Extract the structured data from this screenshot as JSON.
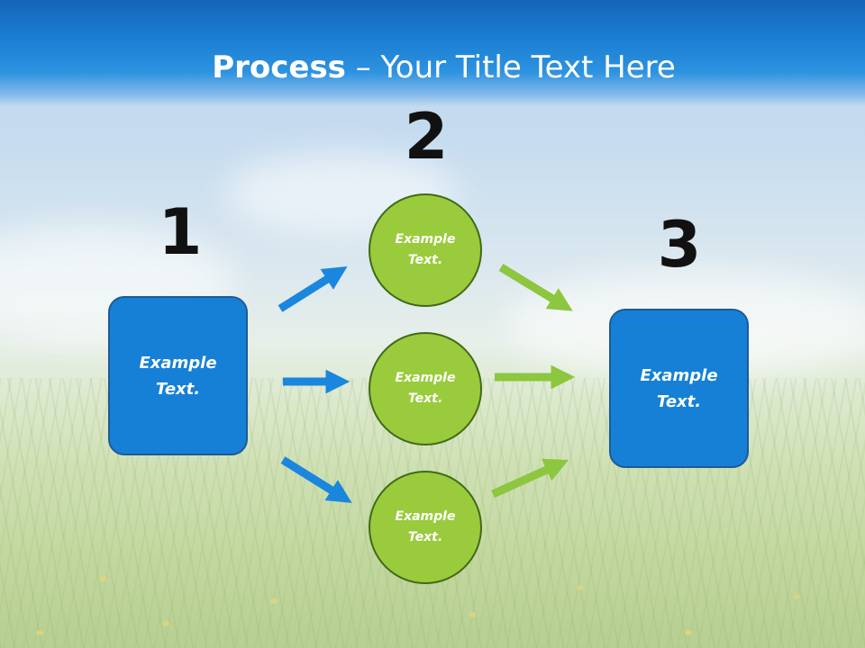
{
  "slide": {
    "title_bold": "Process",
    "title_rest": " – Your Title Text Here"
  },
  "steps": {
    "one": {
      "number": "1",
      "text": "Example Text."
    },
    "two": {
      "number": "2",
      "circles": [
        {
          "text": "Example Text."
        },
        {
          "text": "Example Text."
        },
        {
          "text": "Example Text."
        }
      ]
    },
    "three": {
      "number": "3",
      "text": "Example Text."
    }
  },
  "colors": {
    "header_blue": "#1c7fd3",
    "box_blue": "#1580d6",
    "circle_green": "#9acb3c",
    "arrow_blue": "#1b86dd",
    "arrow_green": "#8dc63f"
  }
}
